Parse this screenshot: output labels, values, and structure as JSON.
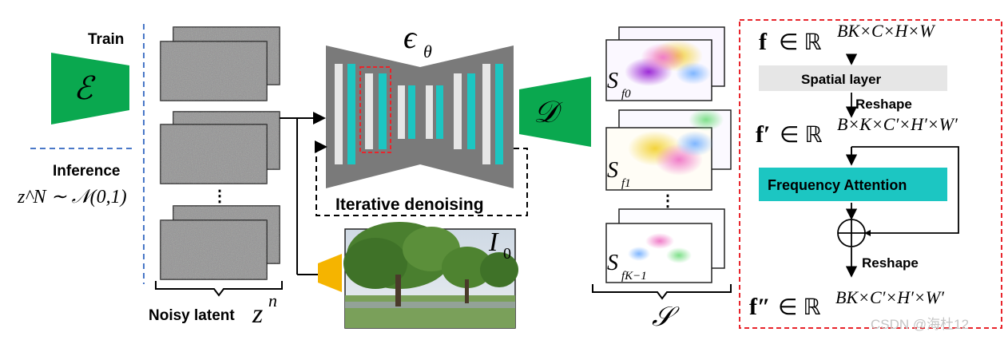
{
  "left_panel": {
    "train_label": "Train",
    "encoder_symbol": "ℰ",
    "inference_label": "Inference",
    "inference_formula": "z^N ∼ 𝒩(0,1)"
  },
  "noisy_latent": {
    "ellipsis": "⋮",
    "caption": "Noisy latent",
    "caption_symbol": "z",
    "caption_sup": "n"
  },
  "unet": {
    "symbol": "ϵ",
    "symbol_sub": "θ",
    "loop_label": "Iterative denoising"
  },
  "conditioning": {
    "image_label": "I",
    "image_sub": "0"
  },
  "decoder": {
    "symbol": "𝒟"
  },
  "spectral_volume": {
    "items": [
      {
        "label": "S",
        "sub": "f0"
      },
      {
        "label": "S",
        "sub": "f1"
      },
      {
        "label": "S",
        "sub": "fK−1"
      }
    ],
    "ellipsis": "⋮",
    "caption": "𝒮"
  },
  "right_panel": {
    "f_line": {
      "var": "f",
      "rel": "∈ ℝ",
      "dims": "BK×C×H×W"
    },
    "spatial_layer": "Spatial layer",
    "reshape_1": "Reshape",
    "f_prime_line": {
      "var": "f′",
      "rel": "∈ ℝ",
      "dims": "B×K×C′×H′×W′"
    },
    "frequency_attention": "Frequency Attention",
    "reshape_2": "Reshape",
    "f_dprime_line": {
      "var": "f″",
      "rel": "∈ ℝ",
      "dims": "BK×C′×H′×W′"
    }
  },
  "watermark": "CSDN @海杜12",
  "colors": {
    "green": "#0aa84f",
    "teal": "#1cc6c2",
    "gray": "#7a7a7a",
    "light_gray": "#e6e6e6",
    "red_dashed": "#e8242b",
    "blue_dashed": "#4a78c8",
    "orange": "#f5b400"
  }
}
